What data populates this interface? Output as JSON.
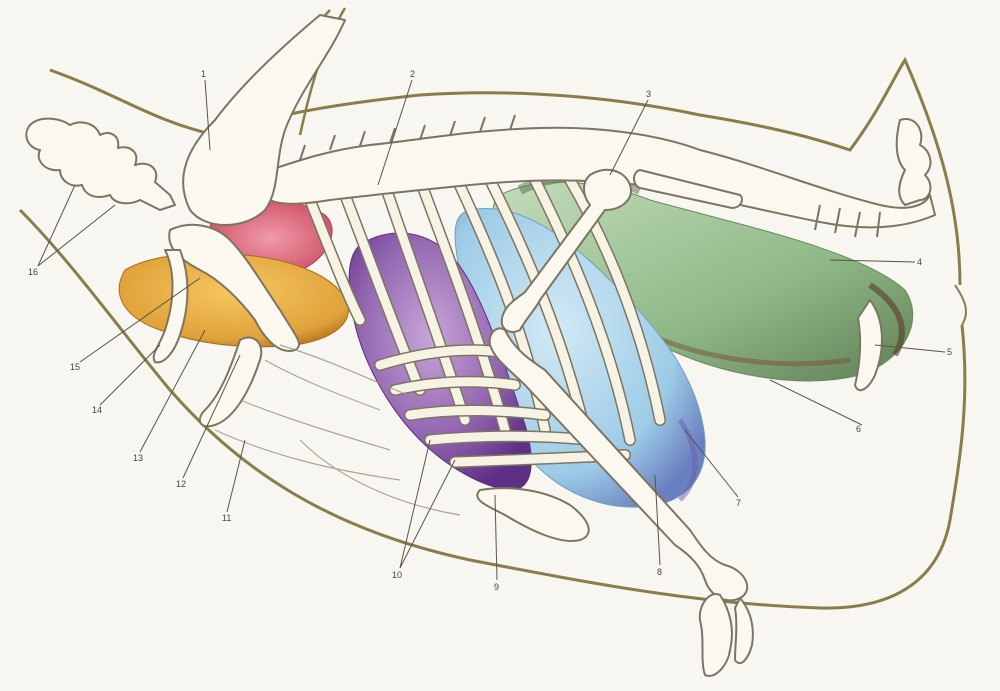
{
  "labels": {
    "l1": "1",
    "l2": "2",
    "l3": "3",
    "l4": "4",
    "l5": "5",
    "l6": "6",
    "l7": "7",
    "l8": "8",
    "l9": "9",
    "l10": "10",
    "l11": "11",
    "l12": "12",
    "l13": "13",
    "l14": "14",
    "l15": "15",
    "l16": "16"
  },
  "colors": {
    "body_outline": "#8a7d4a",
    "bone_outline": "#7d7562",
    "bone_fill": "#fbf9ef",
    "pink_organ": "#d9657a",
    "orange_organ": "#e0a23a",
    "purple_organ": "#8a5aa8",
    "blue_organ": "#8fc0e0",
    "green_organ": "#8fb886",
    "background": "#f7f6f1"
  }
}
